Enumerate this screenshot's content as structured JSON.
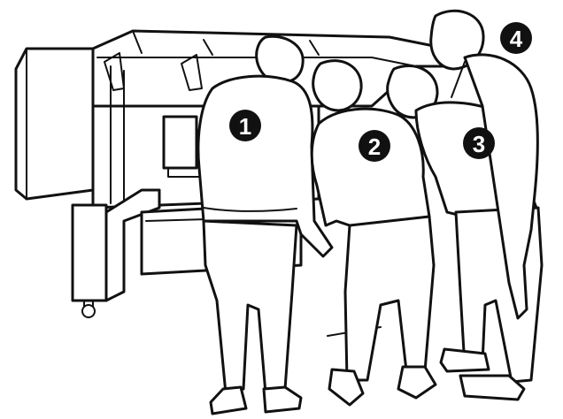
{
  "figure": {
    "callouts": [
      {
        "id": "person-1",
        "label": "1"
      },
      {
        "id": "person-2",
        "label": "2"
      },
      {
        "id": "person-3",
        "label": "3"
      },
      {
        "id": "person-4",
        "label": "4"
      }
    ]
  }
}
